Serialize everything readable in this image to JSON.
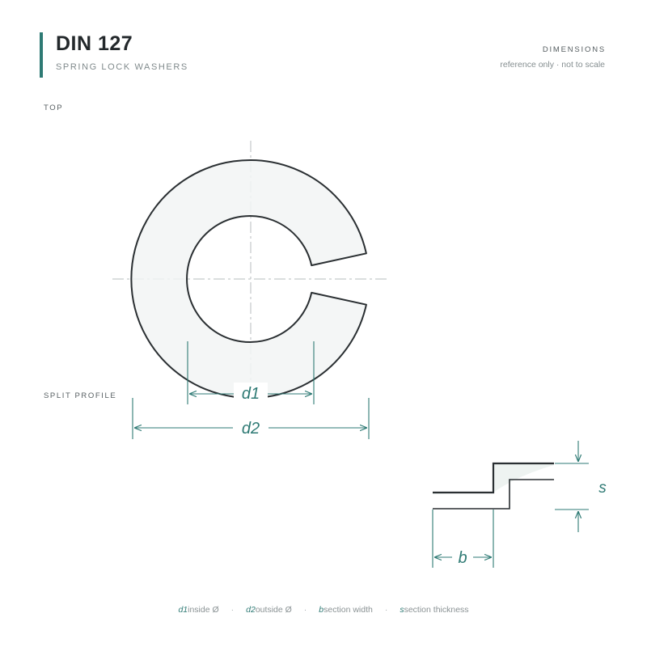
{
  "header": {
    "title": "DIN 127",
    "subtitle": "SPRING LOCK WASHERS",
    "dimensions_heading": "DIMENSIONS",
    "dimensions_note": "reference only · not to scale"
  },
  "views": {
    "top_label": "TOP",
    "profile_label": "SPLIT PROFILE"
  },
  "dimension_symbols": {
    "d1": "d1",
    "d2": "d2",
    "b": "b",
    "s": "s"
  },
  "legend": [
    {
      "symbol": "d1",
      "description": "inside Ø"
    },
    {
      "symbol": "d2",
      "description": "outside Ø"
    },
    {
      "symbol": "b",
      "description": "section width"
    },
    {
      "symbol": "s",
      "description": "section thickness"
    }
  ],
  "legend_separator": "·",
  "colors": {
    "accent": "#2e7a74",
    "outline": "#2a2f32",
    "fill": "#f2f5f4",
    "centerline": "#c4c9ca"
  }
}
